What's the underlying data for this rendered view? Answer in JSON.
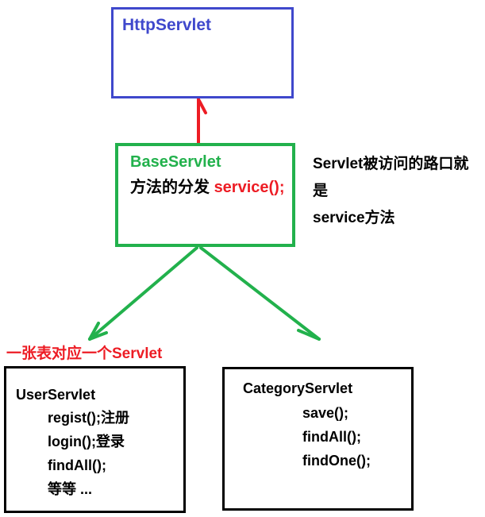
{
  "colors": {
    "blue": "#3f48cc",
    "green": "#22b14c",
    "red": "#ed1c24"
  },
  "diagram": {
    "http_box": {
      "title": "HttpServlet"
    },
    "base_box": {
      "title": "BaseServlet",
      "subtitle_black": "方法的分发 ",
      "subtitle_red": "service();"
    },
    "side_note": {
      "line1": "Servlet被访问的路口就是",
      "line2": "service方法"
    },
    "red_label": "一张表对应一个Servlet",
    "user_box": {
      "title": "UserServlet",
      "methods": [
        "regist();注册",
        "login();登录",
        "findAll();",
        "等等 ..."
      ]
    },
    "category_box": {
      "title": "CategoryServlet",
      "methods": [
        "save();",
        "findAll();",
        "findOne();"
      ]
    },
    "arrows": [
      {
        "name": "inherit-arrow-up",
        "color": "red",
        "from": "BaseServlet",
        "to": "HttpServlet"
      },
      {
        "name": "dispatch-arrow-left",
        "color": "green",
        "from": "BaseServlet",
        "to": "UserServlet"
      },
      {
        "name": "dispatch-arrow-right",
        "color": "green",
        "from": "BaseServlet",
        "to": "CategoryServlet"
      }
    ]
  }
}
